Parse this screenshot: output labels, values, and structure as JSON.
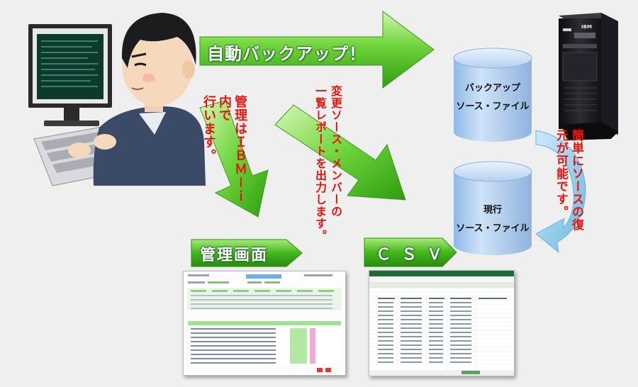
{
  "arrows": {
    "auto_backup": "自動バックアップ！",
    "management_screen": "管理画面",
    "csv": "ＣＳＶ"
  },
  "notes": {
    "managed_in_ibm_i": "管理はＩＢＭ－ｉ内で\n行います。",
    "changed_members_report": "変更ソース・メンバーの\n一覧レポートを出力します。",
    "easy_restore": "簡単にソースの復\n元が可能です。"
  },
  "databases": {
    "backup": "バックアップ\nソース・ファイル",
    "current": "現行\nソース・ファイル"
  },
  "server_brand": "IBM",
  "colors": {
    "arrow_green": "#43c21f",
    "arrow_light": "#c9f2a6",
    "db_blue": "#b7d4f4",
    "note_red": "#e8140c",
    "curve_arrow_blue": "#8fcbea"
  }
}
